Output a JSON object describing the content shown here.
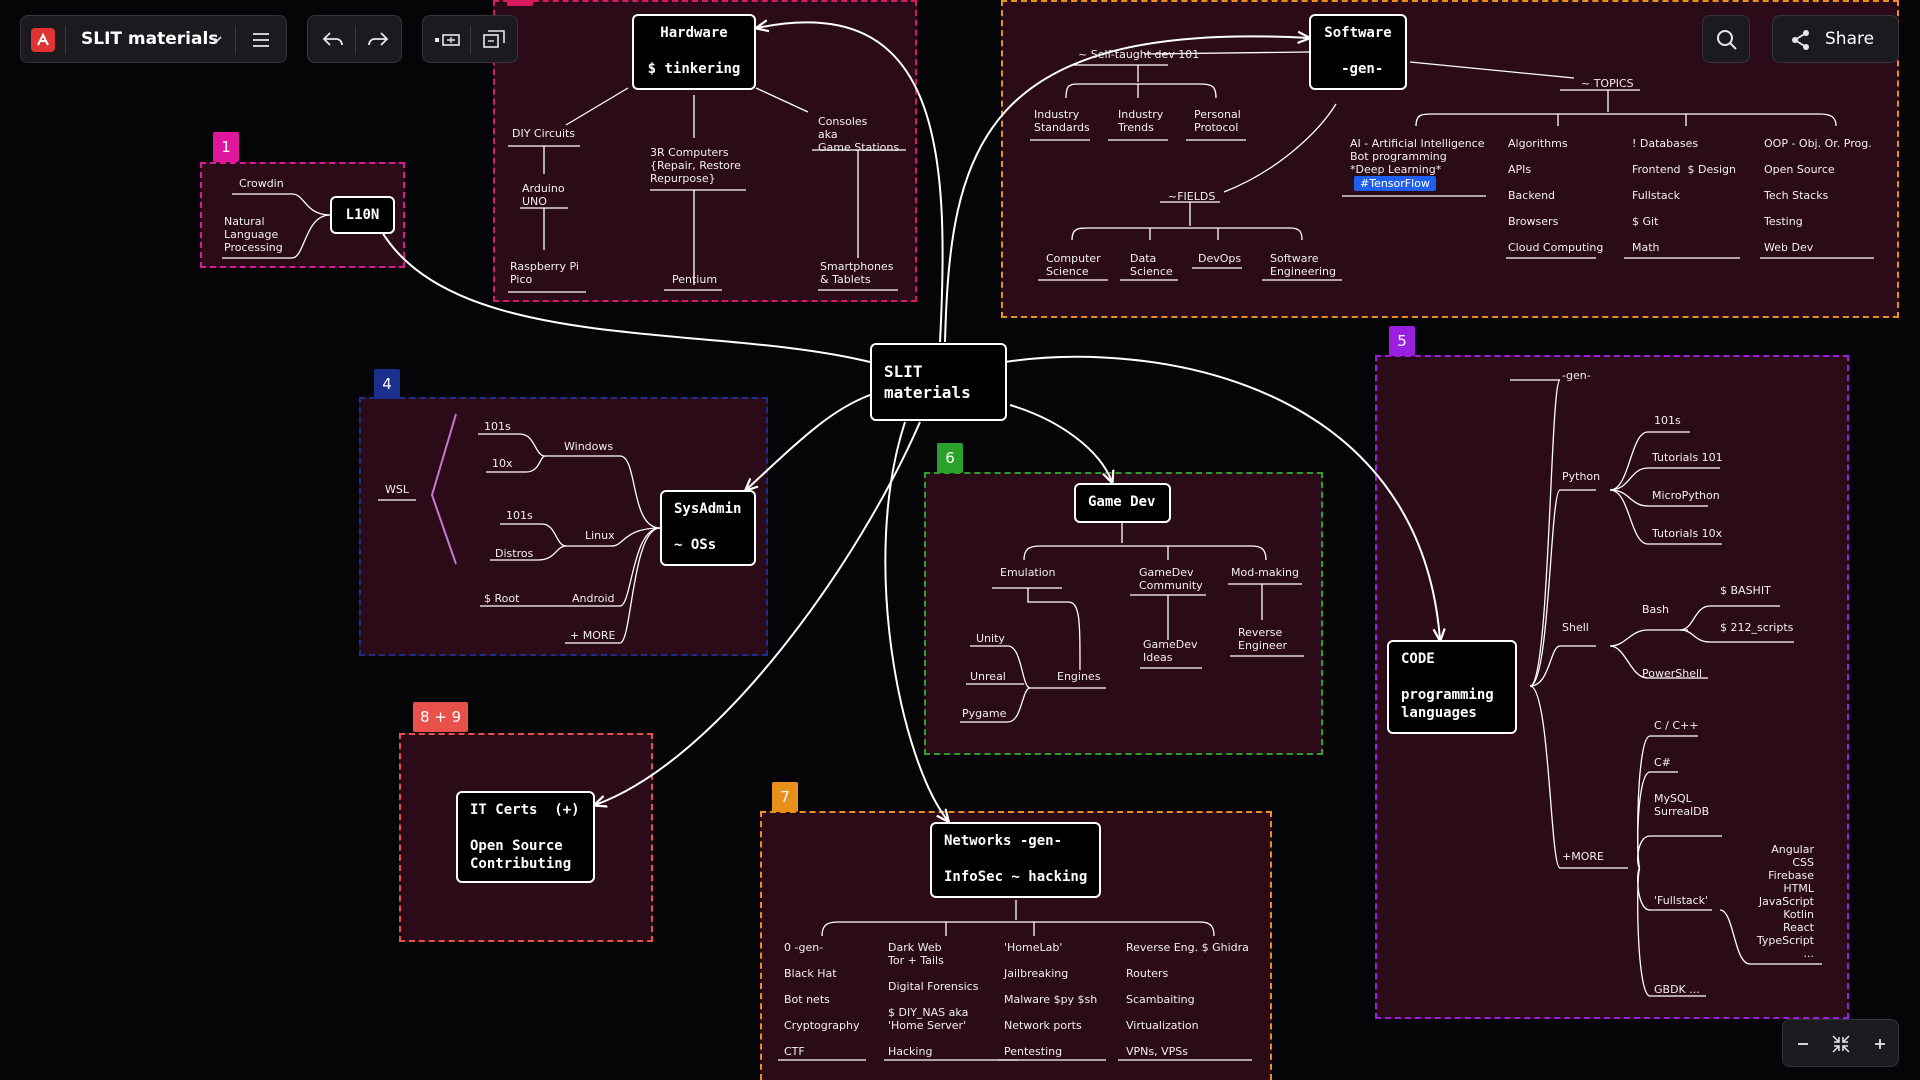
{
  "toolbar": {
    "board_title": "SLIT materials",
    "share_label": "Share",
    "icons": {
      "logo": "excalidraw-logo-icon",
      "chevron": "chevron-down-icon",
      "menu": "hamburger-menu-icon",
      "undo": "undo-icon",
      "redo": "redo-icon",
      "search": "search-icon",
      "share": "share-icon",
      "zoom_out": "minus-icon",
      "fit": "collapse-icon",
      "zoom_in": "plus-icon"
    }
  },
  "colors": {
    "frame_fill": "#2c0b18",
    "badge_1": "#e0169c",
    "badge_4": "#1b2f8f",
    "badge_5": "#9a1fe0",
    "badge_6": "#2aa12a",
    "badge_7": "#e8901a",
    "badge_89": "#e8504a",
    "hardware_border": "#d81b60",
    "software_border": "#e8901a",
    "tag_blue": "#1f5ff0"
  },
  "badges": {
    "b1": "1",
    "b4": "4",
    "b5": "5",
    "b6": "6",
    "b7": "7",
    "b89": "8 + 9"
  },
  "nodes": {
    "center": "SLIT\nmaterials",
    "hardware": "Hardware\n\n$ tinkering",
    "software": "Software\n\n -gen-",
    "l10n": "L10N",
    "sysadmin": "SysAdmin\n\n~ OSs",
    "gamedev": "Game Dev",
    "code": "CODE\n\nprogramming\nlanguages",
    "itcerts": "IT Certs  (+)\n\nOpen Source\nContributing",
    "networks": "Networks -gen-\n\nInfoSec ~ hacking"
  },
  "hardware": {
    "diy_circuits": "DIY Circuits",
    "arduino": "Arduino\nUNO",
    "raspberry": "Raspberry Pi\nPico",
    "computers": "3R Computers\n{Repair, Restore\nRepurpose}",
    "pentium": "Pentium",
    "consoles": "Consoles\naka\nGame Stations",
    "smartphones": "Smartphones\n& Tablets"
  },
  "l10n": {
    "crowdin": "Crowdin",
    "nlp": "Natural\nLanguage\nProcessing"
  },
  "software": {
    "self_taught": "~ Self-taught dev 101",
    "industry_standards": "Industry\nStandards",
    "industry_trends": "Industry\nTrends",
    "personal_protocol": "Personal\nProtocol",
    "fields": "~FIELDS",
    "computer_science": "Computer\nScience",
    "data_science": "Data\nScience",
    "devops": "DevOps",
    "software_engineering": "Software\nEngineering",
    "topics": "~ TOPICS",
    "ai": "AI - Artificial Intelligence\nBot programming\n*Deep Learning*",
    "tensorflow": "#TensorFlow",
    "col2": "Algorithms\n\nAPIs\n\nBackend\n\nBrowsers\n\nCloud Computing",
    "col3": "! Databases\n\nFrontend  $ Design\n\nFullstack\n\n$ Git\n\nMath",
    "col4": "OOP - Obj. Or. Prog.\n\nOpen Source\n\nTech Stacks\n\nTesting\n\nWeb Dev"
  },
  "sysadmin": {
    "wsl": "WSL",
    "w101s": "101s",
    "w10x": "10x",
    "windows": "Windows",
    "l101s": "101s",
    "distros": "Distros",
    "linux": "Linux",
    "root": "$ Root",
    "android": "Android",
    "more": "+ MORE"
  },
  "gamedev": {
    "emulation": "Emulation",
    "community": "GameDev\nCommunity",
    "modmaking": "Mod-making",
    "unity": "Unity",
    "unreal": "Unreal",
    "pygame": "Pygame",
    "engines": "Engines",
    "ideas": "GameDev\nIdeas",
    "reverse": "Reverse\nEngineer"
  },
  "code": {
    "gen": "-gen-",
    "python": "Python",
    "p101s": "101s",
    "tut101": "Tutorials 101",
    "micropython": "MicroPython",
    "tut10x": "Tutorials 10x",
    "shell": "Shell",
    "bash": "Bash",
    "bashit": "$ BASHIT",
    "scripts": "$ 212_scripts",
    "powershell": "PowerShell",
    "more": "+MORE",
    "c": "C / C++",
    "csharp": "C#",
    "mysql": "MySQL\nSurrealDB",
    "fullstack": "'Fullstack'",
    "fullstack_list": "Angular\nCSS\nFirebase\nHTML\nJavaScript\nKotlin\nReact\nTypeScript\n...",
    "gbdk": "GBDK ..."
  },
  "networks": {
    "col1": "0 -gen-\n\nBlack Hat\n\nBot nets\n\nCryptography\n\nCTF",
    "col2a": "Dark Web\nTor + Tails",
    "col2b": "Digital Forensics",
    "col2c": "$ DIY_NAS aka\n'Home Server'",
    "col2d": "Hacking",
    "col3": "'HomeLab'\n\nJailbreaking\n\nMalware $py $sh\n\nNetwork ports\n\nPentesting",
    "col4": "Reverse Eng. $ Ghidra\n\nRouters\n\nScambaiting\n\nVirtualization\n\nVPNs, VPSs"
  }
}
